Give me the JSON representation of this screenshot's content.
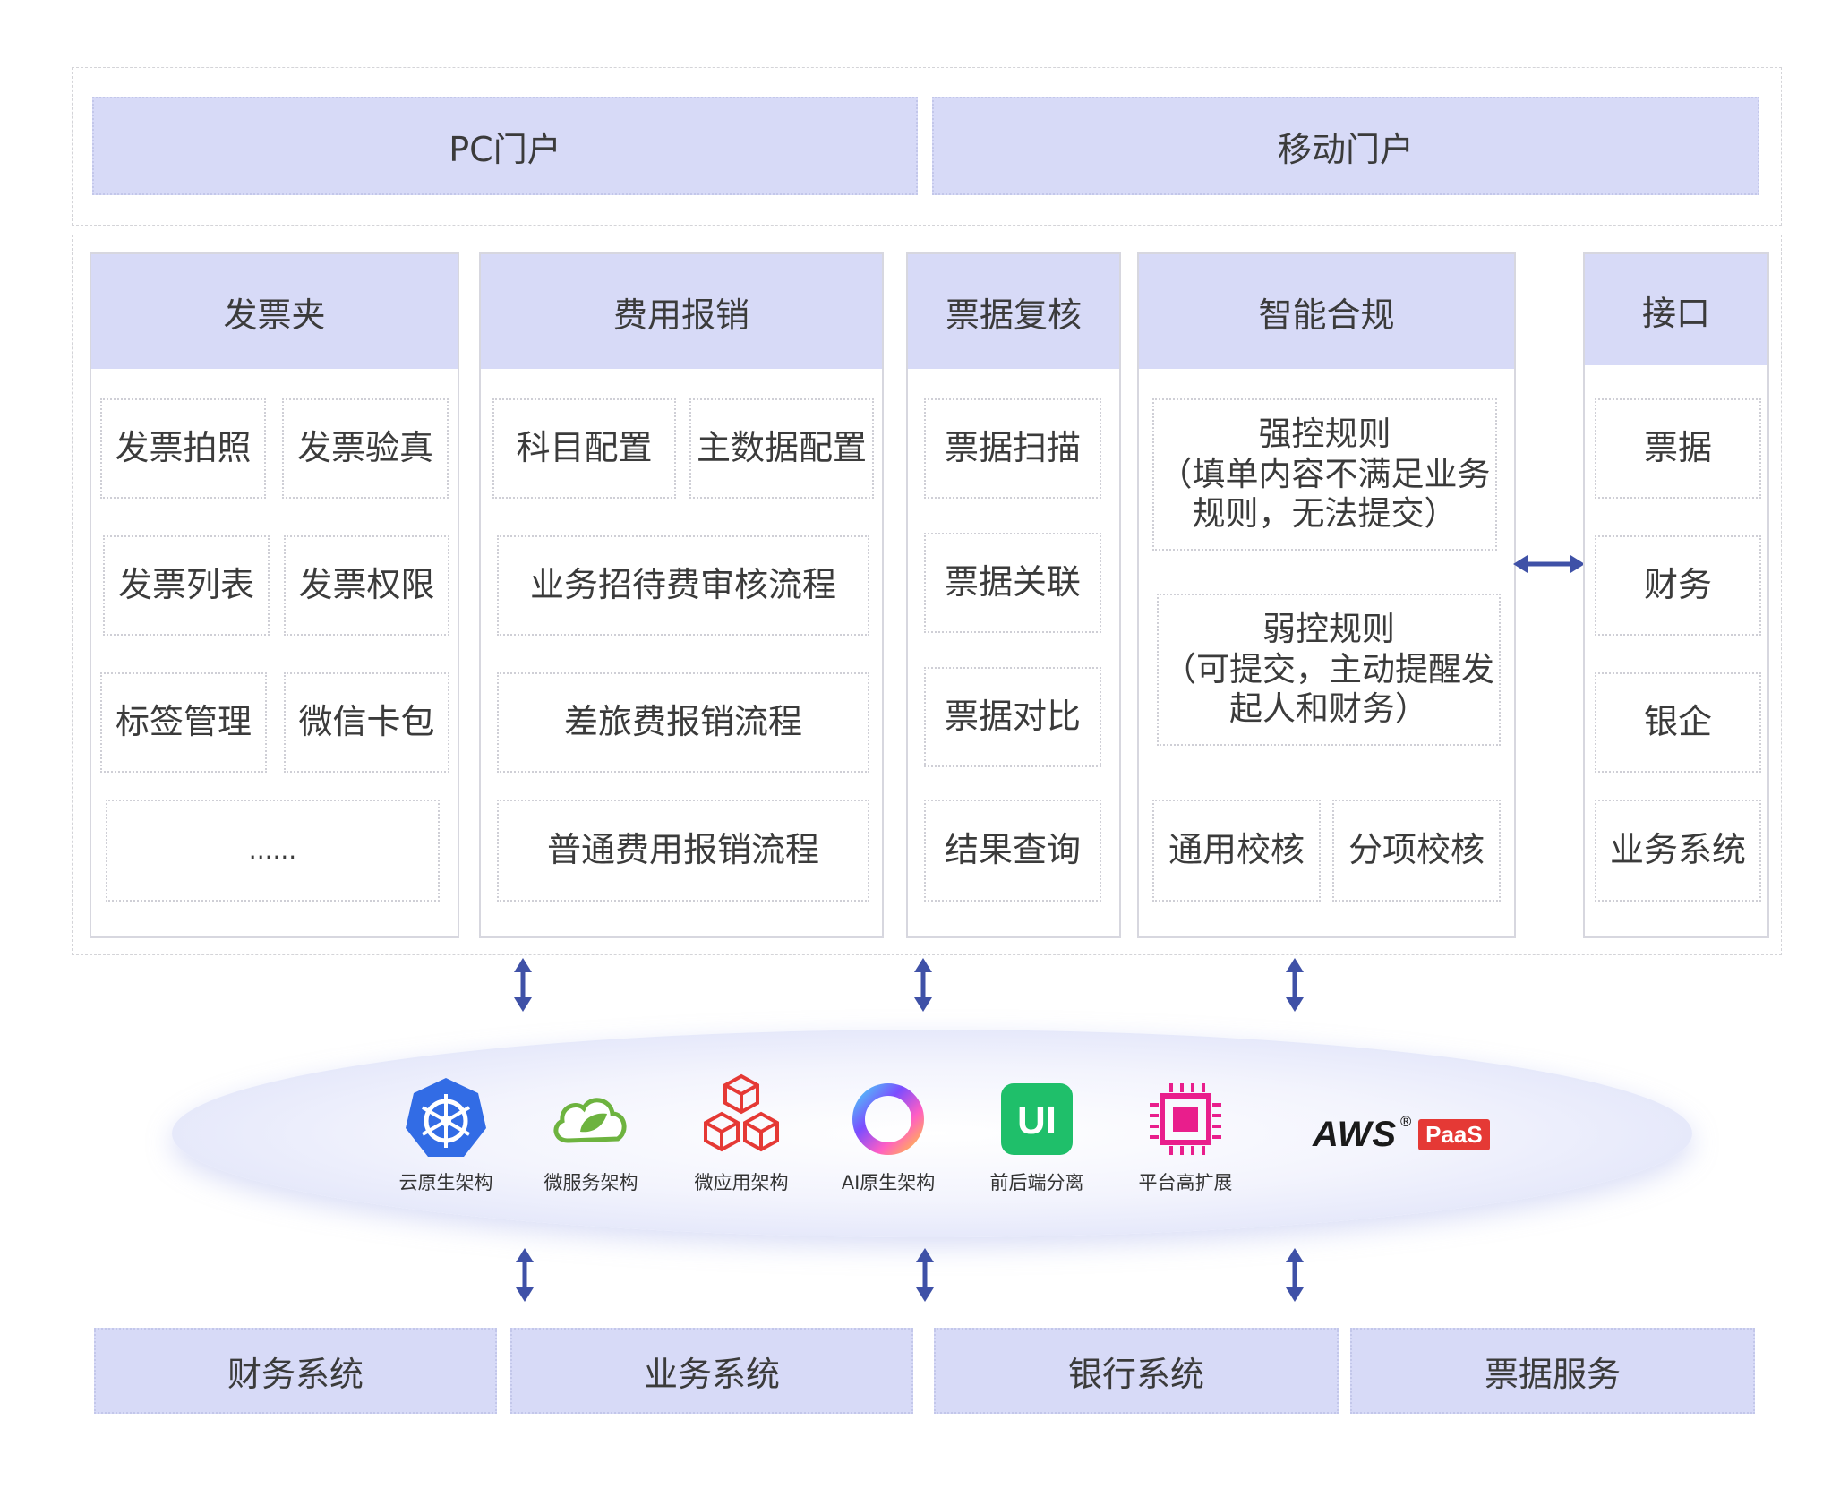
{
  "portals": {
    "pc": "PC门户",
    "mobile": "移动门户"
  },
  "columns": {
    "invoice": {
      "title": "发票夹",
      "items": [
        "发票拍照",
        "发票验真",
        "发票列表",
        "发票权限",
        "标签管理",
        "微信卡包",
        "......"
      ]
    },
    "expense": {
      "title": "费用报销",
      "items": [
        "科目配置",
        "主数据配置",
        "业务招待费审核流程",
        "差旅费报销流程",
        "普通费用报销流程"
      ]
    },
    "review": {
      "title": "票据复核",
      "items": [
        "票据扫描",
        "票据关联",
        "票据对比",
        "结果查询"
      ]
    },
    "compliance": {
      "title": "智能合规",
      "strong": {
        "line1": "强控规则",
        "line2": "（填单内容不满足业务",
        "line3": "规则，无法提交）"
      },
      "weak": {
        "line1": "弱控规则",
        "line2": "（可提交，主动提醒发",
        "line3": "起人和财务）"
      },
      "items": [
        "通用校核",
        "分项校核"
      ]
    },
    "interface": {
      "title": "接口",
      "items": [
        "票据",
        "财务",
        "银企",
        "业务系统"
      ]
    }
  },
  "tech": [
    {
      "label": "云原生架构",
      "icon": "kubernetes-icon"
    },
    {
      "label": "微服务架构",
      "icon": "spring-cloud-icon"
    },
    {
      "label": "微应用架构",
      "icon": "cubes-icon"
    },
    {
      "label": "AI原生架构",
      "icon": "ai-ring-icon"
    },
    {
      "label": "前后端分离",
      "icon": "ui-icon"
    },
    {
      "label": "平台高扩展",
      "icon": "chip-icon"
    }
  ],
  "aws": {
    "text": "AWS",
    "reg": "®",
    "badge": "PaaS"
  },
  "systems": [
    "财务系统",
    "业务系统",
    "银行系统",
    "票据服务"
  ],
  "colors": {
    "banner": "#d7daf7",
    "arrow": "#3f51a7",
    "ellipse": "#e6e9fb"
  }
}
